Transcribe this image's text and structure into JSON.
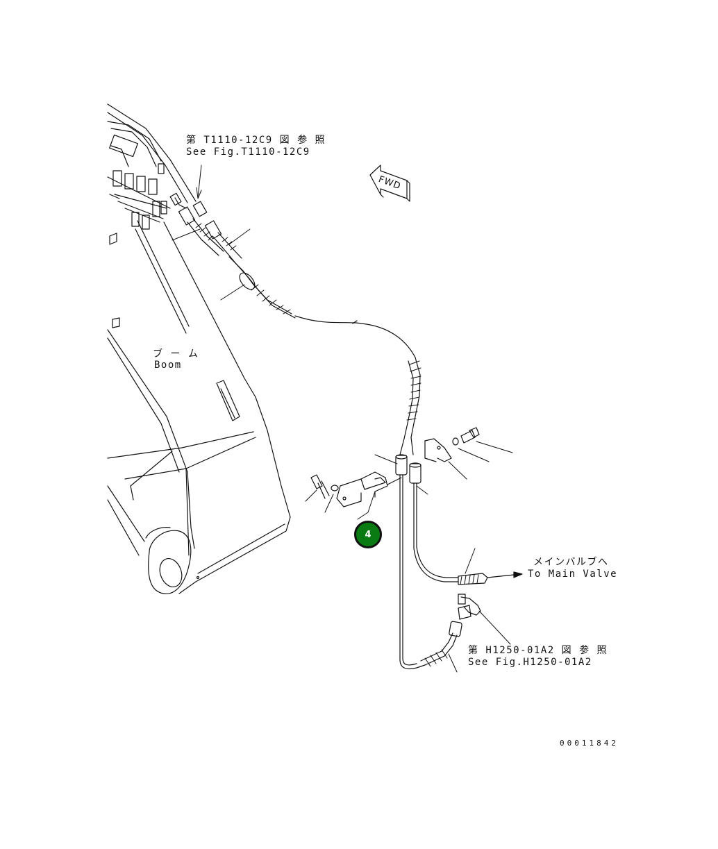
{
  "references": {
    "top_jp": "第 T1110-12C9 図 参 照",
    "top_en": "See Fig.T1110-12C9",
    "bottom_jp": "第 H1250-01A2 図 参 照",
    "bottom_en": "See Fig.H1250-01A2"
  },
  "boom": {
    "jp": "ブ ー ム",
    "en": "Boom"
  },
  "main_valve": {
    "jp": "メインバルブへ",
    "en": "To Main Valve"
  },
  "direction": {
    "label": "FWD"
  },
  "callout": {
    "number": "4"
  },
  "drawing_number": "00011842",
  "colors": {
    "callout_fill": "#0a7a12",
    "line": "#111111"
  }
}
